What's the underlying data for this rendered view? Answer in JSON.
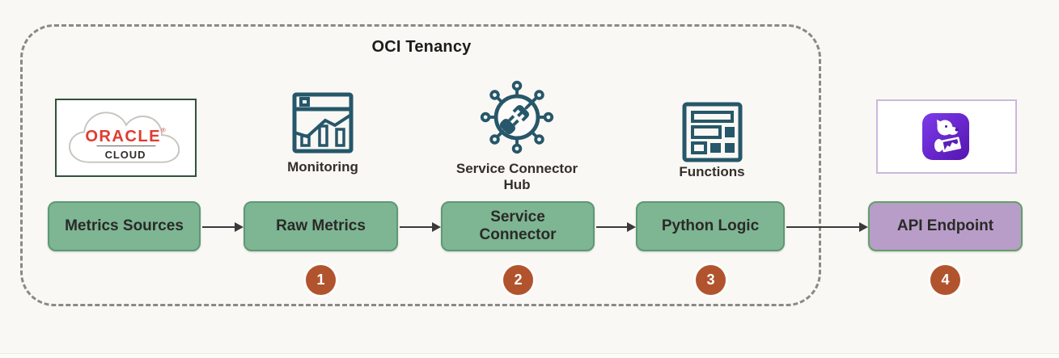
{
  "tenancy": {
    "title": "OCI Tenancy"
  },
  "oracle_logo": {
    "brand": "ORACLE",
    "registered": "®",
    "product": "CLOUD"
  },
  "oci_services": {
    "monitoring": {
      "label": "Monitoring"
    },
    "service_connector_hub": {
      "label_line1": "Service Connector",
      "label_line2": "Hub"
    },
    "functions": {
      "label": "Functions"
    }
  },
  "external": {
    "datadog": {
      "icon": "datadog-dog-icon"
    }
  },
  "pipeline": {
    "nodes": [
      {
        "label": "Metrics Sources",
        "badge": ""
      },
      {
        "label": "Raw Metrics",
        "badge": "1"
      },
      {
        "label": "Service Connector",
        "badge": "2"
      },
      {
        "label": "Python Logic",
        "badge": "3"
      },
      {
        "label": "API Endpoint",
        "badge": "4"
      }
    ],
    "connections": [
      {
        "from": "Metrics Sources",
        "to": "Raw Metrics"
      },
      {
        "from": "Raw Metrics",
        "to": "Service Connector"
      },
      {
        "from": "Service Connector",
        "to": "Python Logic"
      },
      {
        "from": "Python Logic",
        "to": "API Endpoint"
      }
    ]
  },
  "colors": {
    "background": "#FAF8F4",
    "dashed_border": "#8A8A84",
    "node_green_fill": "#7EB593",
    "node_green_border": "#5C9973",
    "node_purple_fill": "#B89DC8",
    "node_purple_border": "#5FA167",
    "badge": "#B1542E",
    "icon_teal": "#26576A",
    "oracle_red": "#E03C31",
    "oracle_green_border": "#2E5339",
    "datadog_purple": "#632CA6",
    "arrow": "#3A3A3A"
  }
}
